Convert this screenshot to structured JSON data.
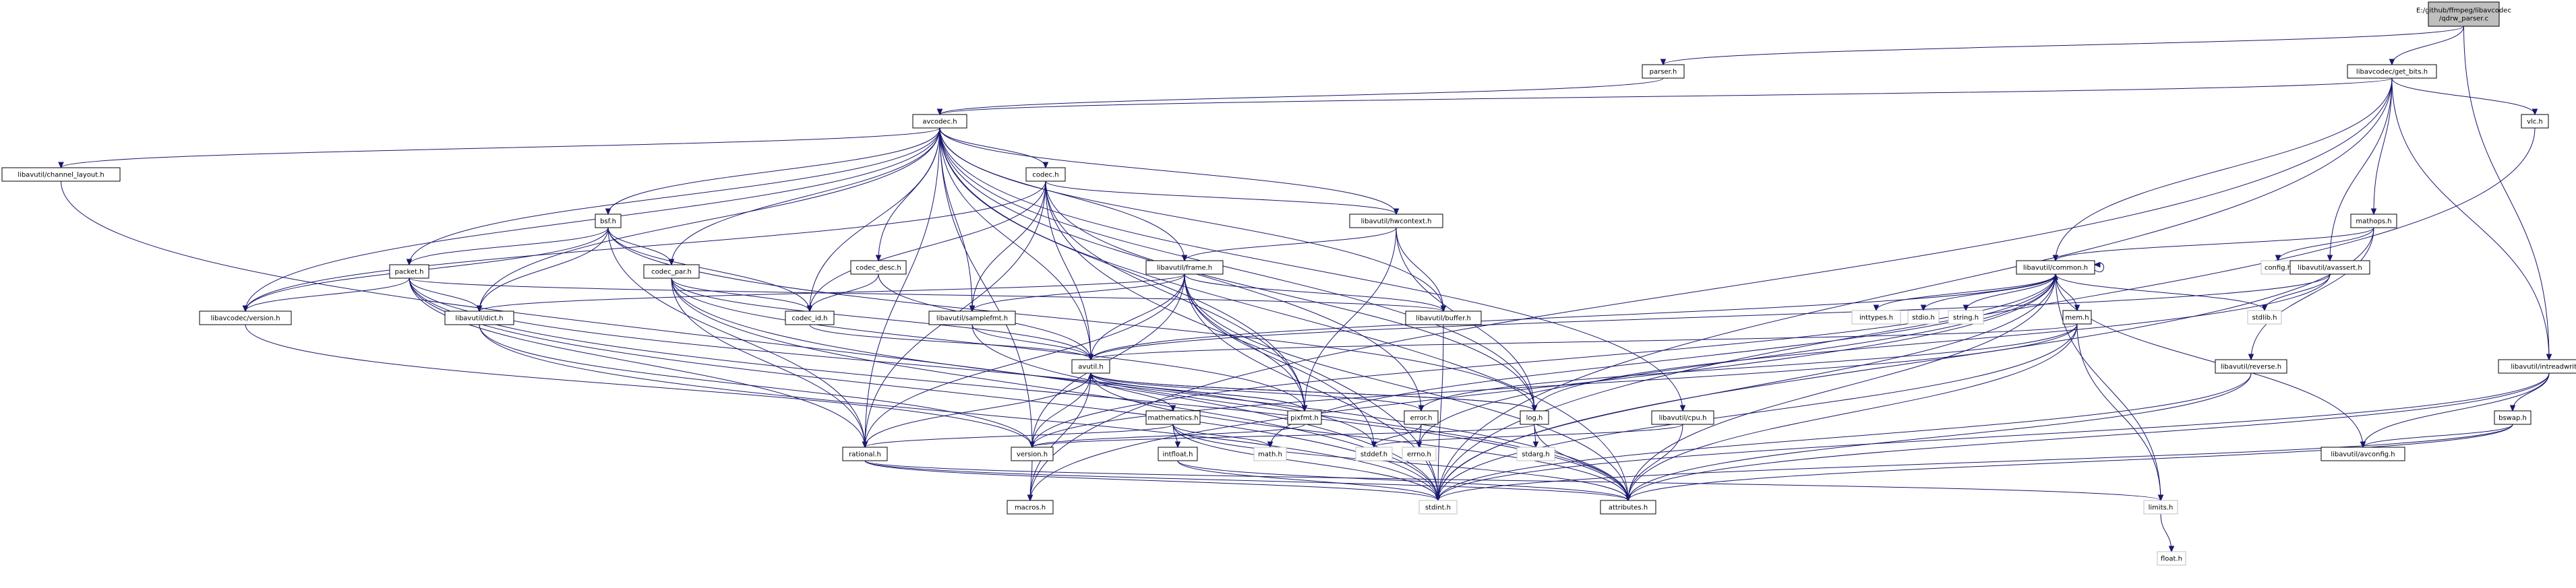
{
  "graph": {
    "nodes": [
      {
        "id": "root",
        "label": "E:/github/ffmpeg/libavcodec\n/qdrw_parser.c",
        "style": "root"
      },
      {
        "id": "parser",
        "label": "parser.h"
      },
      {
        "id": "getbits",
        "label": "libavcodec/get_bits.h"
      },
      {
        "id": "avcodec",
        "label": "avcodec.h"
      },
      {
        "id": "vlc",
        "label": "vlc.h"
      },
      {
        "id": "chlayout",
        "label": "libavutil/channel_layout.h"
      },
      {
        "id": "codec",
        "label": "codec.h"
      },
      {
        "id": "bsf",
        "label": "bsf.h"
      },
      {
        "id": "mathops",
        "label": "mathops.h"
      },
      {
        "id": "hwcontext",
        "label": "libavutil/hwcontext.h"
      },
      {
        "id": "codecdesc",
        "label": "codec_desc.h"
      },
      {
        "id": "frame",
        "label": "libavutil/frame.h"
      },
      {
        "id": "config",
        "label": "config.h",
        "style": "grey"
      },
      {
        "id": "common",
        "label": "libavutil/common.h"
      },
      {
        "id": "avassert",
        "label": "libavutil/avassert.h"
      },
      {
        "id": "packet",
        "label": "packet.h"
      },
      {
        "id": "codecpar",
        "label": "codec_par.h"
      },
      {
        "id": "avcversion",
        "label": "libavcodec/version.h"
      },
      {
        "id": "dict",
        "label": "libavutil/dict.h"
      },
      {
        "id": "codecid",
        "label": "codec_id.h"
      },
      {
        "id": "samplefmt",
        "label": "libavutil/samplefmt.h"
      },
      {
        "id": "buffer",
        "label": "libavutil/buffer.h"
      },
      {
        "id": "inttypes",
        "label": "inttypes.h",
        "style": "grey"
      },
      {
        "id": "stdio",
        "label": "stdio.h",
        "style": "grey"
      },
      {
        "id": "string",
        "label": "string.h",
        "style": "grey"
      },
      {
        "id": "mem",
        "label": "mem.h"
      },
      {
        "id": "stdlib",
        "label": "stdlib.h",
        "style": "grey"
      },
      {
        "id": "intreadwrite",
        "label": "libavutil/intreadwrite.h"
      },
      {
        "id": "reverse",
        "label": "libavutil/reverse.h"
      },
      {
        "id": "avutil",
        "label": "avutil.h"
      },
      {
        "id": "pixfmt",
        "label": "pixfmt.h"
      },
      {
        "id": "errorh",
        "label": "error.h"
      },
      {
        "id": "log",
        "label": "log.h"
      },
      {
        "id": "cpu",
        "label": "libavutil/cpu.h"
      },
      {
        "id": "bswap",
        "label": "bswap.h"
      },
      {
        "id": "mathematics",
        "label": "mathematics.h"
      },
      {
        "id": "version",
        "label": "version.h"
      },
      {
        "id": "rational",
        "label": "rational.h"
      },
      {
        "id": "intfloat",
        "label": "intfloat.h"
      },
      {
        "id": "math",
        "label": "math.h",
        "style": "grey"
      },
      {
        "id": "stddef",
        "label": "stddef.h",
        "style": "grey"
      },
      {
        "id": "errno",
        "label": "errno.h",
        "style": "grey"
      },
      {
        "id": "stdarg",
        "label": "stdarg.h",
        "style": "grey"
      },
      {
        "id": "avconfig",
        "label": "libavutil/avconfig.h"
      },
      {
        "id": "macros",
        "label": "macros.h"
      },
      {
        "id": "stdint",
        "label": "stdint.h",
        "style": "grey"
      },
      {
        "id": "attributes",
        "label": "attributes.h"
      },
      {
        "id": "limits",
        "label": "limits.h",
        "style": "grey"
      },
      {
        "id": "float",
        "label": "float.h",
        "style": "grey"
      }
    ],
    "edges": [
      [
        "root",
        "parser"
      ],
      [
        "root",
        "getbits"
      ],
      [
        "root",
        "intreadwrite"
      ],
      [
        "parser",
        "avcodec"
      ],
      [
        "getbits",
        "avcodec"
      ],
      [
        "getbits",
        "vlc"
      ],
      [
        "getbits",
        "mathops"
      ],
      [
        "getbits",
        "common"
      ],
      [
        "getbits",
        "avassert"
      ],
      [
        "getbits",
        "intreadwrite"
      ],
      [
        "getbits",
        "stdint"
      ],
      [
        "getbits",
        "macros"
      ],
      [
        "vlc",
        "stdint"
      ],
      [
        "avcodec",
        "chlayout"
      ],
      [
        "avcodec",
        "codec"
      ],
      [
        "avcodec",
        "bsf"
      ],
      [
        "avcodec",
        "packet"
      ],
      [
        "avcodec",
        "codecpar"
      ],
      [
        "avcodec",
        "codecdesc"
      ],
      [
        "avcodec",
        "frame"
      ],
      [
        "avcodec",
        "hwcontext"
      ],
      [
        "avcodec",
        "avcversion"
      ],
      [
        "avcodec",
        "dict"
      ],
      [
        "avcodec",
        "codecid"
      ],
      [
        "avcodec",
        "samplefmt"
      ],
      [
        "avcodec",
        "buffer"
      ],
      [
        "avcodec",
        "avutil"
      ],
      [
        "avcodec",
        "pixfmt"
      ],
      [
        "avcodec",
        "log"
      ],
      [
        "avcodec",
        "cpu"
      ],
      [
        "avcodec",
        "rational"
      ],
      [
        "avcodec",
        "version"
      ],
      [
        "avcodec",
        "attributes"
      ],
      [
        "avcodec",
        "errorh"
      ],
      [
        "chlayout",
        "stdint"
      ],
      [
        "codec",
        "hwcontext"
      ],
      [
        "codec",
        "codecid"
      ],
      [
        "codec",
        "samplefmt"
      ],
      [
        "codec",
        "avutil"
      ],
      [
        "codec",
        "pixfmt"
      ],
      [
        "codec",
        "log"
      ],
      [
        "codec",
        "rational"
      ],
      [
        "codec",
        "avcversion"
      ],
      [
        "codec",
        "stdint"
      ],
      [
        "bsf",
        "packet"
      ],
      [
        "bsf",
        "codecpar"
      ],
      [
        "bsf",
        "dict"
      ],
      [
        "bsf",
        "codecid"
      ],
      [
        "bsf",
        "log"
      ],
      [
        "bsf",
        "rational"
      ],
      [
        "bsf",
        "avcversion"
      ],
      [
        "hwcontext",
        "frame"
      ],
      [
        "hwcontext",
        "buffer"
      ],
      [
        "hwcontext",
        "pixfmt"
      ],
      [
        "hwcontext",
        "log"
      ],
      [
        "codecdesc",
        "codecid"
      ],
      [
        "codecdesc",
        "avutil"
      ],
      [
        "frame",
        "dict"
      ],
      [
        "frame",
        "buffer"
      ],
      [
        "frame",
        "samplefmt"
      ],
      [
        "frame",
        "avutil"
      ],
      [
        "frame",
        "pixfmt"
      ],
      [
        "frame",
        "rational"
      ],
      [
        "frame",
        "version"
      ],
      [
        "frame",
        "stddef"
      ],
      [
        "frame",
        "stdint"
      ],
      [
        "frame",
        "attributes"
      ],
      [
        "mathops",
        "config"
      ],
      [
        "mathops",
        "common"
      ],
      [
        "mathops",
        "stdint"
      ],
      [
        "mathops",
        "reverse"
      ],
      [
        "common",
        "inttypes"
      ],
      [
        "common",
        "stdio"
      ],
      [
        "common",
        "string"
      ],
      [
        "common",
        "mem"
      ],
      [
        "common",
        "stdlib"
      ],
      [
        "common",
        "attributes"
      ],
      [
        "common",
        "macros"
      ],
      [
        "common",
        "version"
      ],
      [
        "common",
        "avconfig"
      ],
      [
        "common",
        "errno"
      ],
      [
        "common",
        "limits"
      ],
      [
        "common",
        "math"
      ],
      [
        "common",
        "stdint"
      ],
      [
        "common",
        "common"
      ],
      [
        "avassert",
        "stdlib"
      ],
      [
        "avassert",
        "avutil"
      ],
      [
        "avassert",
        "log"
      ],
      [
        "packet",
        "avcversion"
      ],
      [
        "packet",
        "dict"
      ],
      [
        "packet",
        "buffer"
      ],
      [
        "packet",
        "attributes"
      ],
      [
        "packet",
        "rational"
      ],
      [
        "packet",
        "stdint"
      ],
      [
        "packet",
        "stddef"
      ],
      [
        "codecpar",
        "codecid"
      ],
      [
        "codecpar",
        "avutil"
      ],
      [
        "codecpar",
        "pixfmt"
      ],
      [
        "codecpar",
        "rational"
      ],
      [
        "codecpar",
        "stdint"
      ],
      [
        "codecpar",
        "attributes"
      ],
      [
        "avcversion",
        "version"
      ],
      [
        "dict",
        "stdint"
      ],
      [
        "dict",
        "version"
      ],
      [
        "codecid",
        "avutil"
      ],
      [
        "samplefmt",
        "avutil"
      ],
      [
        "samplefmt",
        "attributes"
      ],
      [
        "buffer",
        "stdint"
      ],
      [
        "mem",
        "attributes"
      ],
      [
        "mem",
        "avutil"
      ],
      [
        "mem",
        "errorh"
      ],
      [
        "mem",
        "stdint"
      ],
      [
        "mem",
        "limits"
      ],
      [
        "mem",
        "version"
      ],
      [
        "intreadwrite",
        "avconfig"
      ],
      [
        "intreadwrite",
        "attributes"
      ],
      [
        "intreadwrite",
        "bswap"
      ],
      [
        "intreadwrite",
        "stdint"
      ],
      [
        "reverse",
        "attributes"
      ],
      [
        "reverse",
        "stdint"
      ],
      [
        "avutil",
        "common"
      ],
      [
        "avutil",
        "errorh"
      ],
      [
        "avutil",
        "rational"
      ],
      [
        "avutil",
        "version"
      ],
      [
        "avutil",
        "macros"
      ],
      [
        "avutil",
        "mathematics"
      ],
      [
        "avutil",
        "log"
      ],
      [
        "avutil",
        "pixfmt"
      ],
      [
        "avutil",
        "attributes"
      ],
      [
        "pixfmt",
        "avutil"
      ],
      [
        "pixfmt",
        "version"
      ],
      [
        "errorh",
        "errno"
      ],
      [
        "errorh",
        "stddef"
      ],
      [
        "log",
        "stdarg"
      ],
      [
        "log",
        "avutil"
      ],
      [
        "log",
        "attributes"
      ],
      [
        "log",
        "version"
      ],
      [
        "cpu",
        "attributes"
      ],
      [
        "cpu",
        "stddef"
      ],
      [
        "bswap",
        "attributes"
      ],
      [
        "bswap",
        "avconfig"
      ],
      [
        "bswap",
        "stdint"
      ],
      [
        "mathematics",
        "stdint"
      ],
      [
        "mathematics",
        "math"
      ],
      [
        "mathematics",
        "attributes"
      ],
      [
        "mathematics",
        "rational"
      ],
      [
        "mathematics",
        "intfloat"
      ],
      [
        "version",
        "macros"
      ],
      [
        "rational",
        "stdint"
      ],
      [
        "rational",
        "limits"
      ],
      [
        "rational",
        "attributes"
      ],
      [
        "intfloat",
        "stdint"
      ],
      [
        "intfloat",
        "attributes"
      ],
      [
        "limits",
        "float"
      ]
    ]
  }
}
